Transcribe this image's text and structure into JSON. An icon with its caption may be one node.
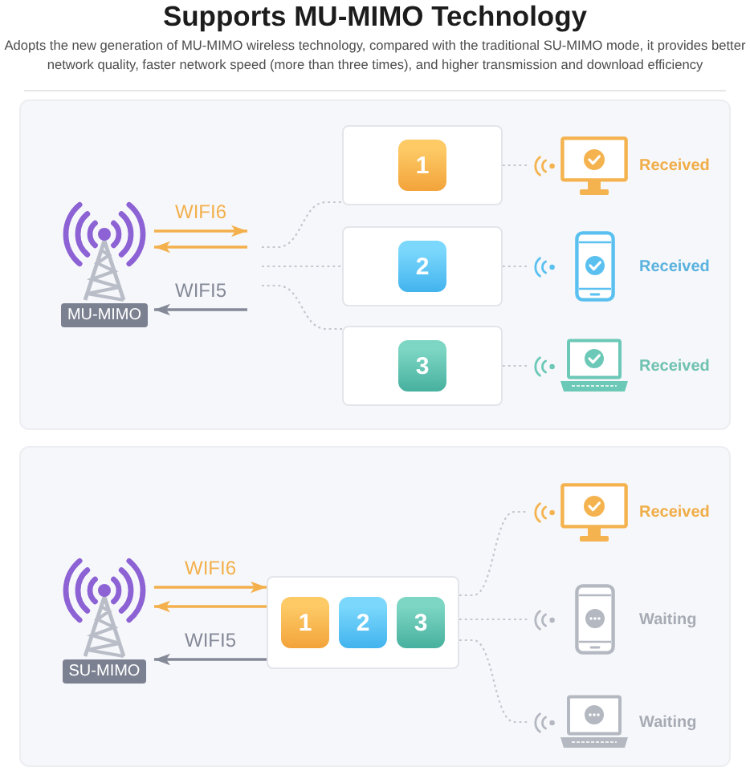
{
  "diagram": {
    "title": "Supports MU-MIMO Technology",
    "nodes": [
      {
        "text": [],
        "shape": "box"
      },
      {
        "text": [
          "MU-MIMO"
        ],
        "in": 0
      },
      {
        "text": [],
        "shape": "box",
        "in": 0
      },
      {
        "text": [
          "1"
        ],
        "in": 2
      },
      {
        "text": [],
        "shape": "box",
        "in": 0
      },
      {
        "text": [
          "2"
        ],
        "in": 4
      },
      {
        "text": [],
        "shape": "box",
        "in": 0
      },
      {
        "text": [
          "3"
        ],
        "in": 6
      },
      {
        "text": [],
        "shape": "picture",
        "beside": [
          "Received"
        ],
        "in": 0
      },
      {
        "text": [],
        "shape": "picture",
        "beside": [
          "Received"
        ],
        "in": 0
      },
      {
        "text": [],
        "shape": "picture",
        "beside": [
          "Received"
        ],
        "in": 0
      },
      {
        "text": [],
        "shape": "box"
      },
      {
        "text": [
          "SU-MIMO"
        ],
        "in": 11
      },
      {
        "text": [],
        "shape": "box",
        "in": 11
      },
      {
        "text": [
          "1"
        ],
        "in": 13
      },
      {
        "text": [
          "2"
        ],
        "in": 13
      },
      {
        "text": [
          "3"
        ],
        "in": 13
      },
      {
        "text": [],
        "shape": "picture",
        "beside": [
          "Received"
        ],
        "in": 11
      },
      {
        "text": [],
        "shape": "picture",
        "beside": [
          "Waiting"
        ],
        "in": 11
      },
      {
        "text": [],
        "shape": "picture",
        "beside": [
          "Waiting"
        ],
        "in": 11
      }
    ],
    "edges": [
      {
        "from": 1,
        "to": null,
        "arrow": "to",
        "label": "WIFI6",
        "color": "#f3b04c"
      },
      {
        "from": null,
        "to": 1,
        "arrow": "to",
        "color": "#f3b04c"
      },
      {
        "from": null,
        "to": 1,
        "arrow": "to",
        "label": "WIFI5",
        "color": "#858a99"
      },
      {
        "from": null,
        "to": 2,
        "arrow": "none",
        "style": "dashed"
      },
      {
        "from": null,
        "to": 4,
        "arrow": "none",
        "style": "dashed"
      },
      {
        "from": null,
        "to": 6,
        "arrow": "none",
        "style": "dashed"
      },
      {
        "from": 2,
        "to": 8,
        "arrow": "none",
        "style": "dashed"
      },
      {
        "from": 4,
        "to": 9,
        "arrow": "none",
        "style": "dashed"
      },
      {
        "from": 6,
        "to": 10,
        "arrow": "none",
        "style": "dashed"
      },
      {
        "from": 12,
        "to": 13,
        "arrow": "to",
        "label": "WIFI6",
        "color": "#f3b04c"
      },
      {
        "from": 13,
        "to": 12,
        "arrow": "to",
        "color": "#f3b04c"
      },
      {
        "from": 13,
        "to": 12,
        "arrow": "to",
        "label": "WIFI5",
        "color": "#858a99"
      },
      {
        "from": 13,
        "to": 17,
        "arrow": "none",
        "style": "dashed"
      },
      {
        "from": 13,
        "to": 18,
        "arrow": "none",
        "style": "dashed"
      },
      {
        "from": 13,
        "to": 19,
        "arrow": "none",
        "style": "dashed"
      }
    ],
    "labels": [
      "Adopts the new generation of MU-MIMO wireless technology, compared with the traditional SU-MIMO mode, it provides better network quality, faster network speed (more than three times), and higher transmission and download efficiency"
    ]
  }
}
